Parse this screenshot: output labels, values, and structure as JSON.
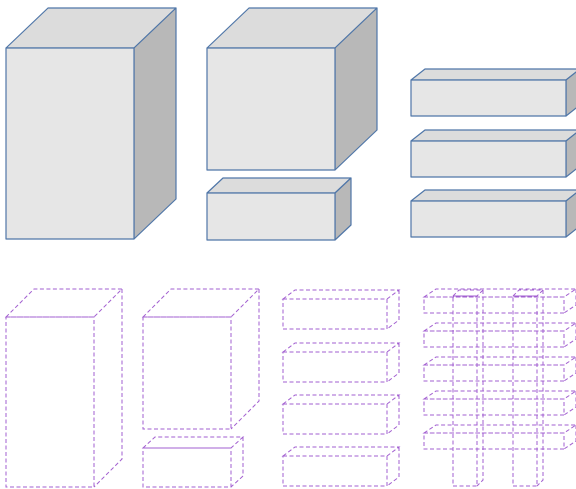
{
  "colors": {
    "background": "#ffffff",
    "front_face": "#e6e6e6",
    "top_face": "#dcdcdc",
    "side_face": "#b8b8b8",
    "solid_edge": "#4f76a8",
    "dashed_edge": "#a25fd0"
  },
  "solid_boxes": [
    {
      "name": "solid-box-tall"
    },
    {
      "name": "solid-box-cube"
    },
    {
      "name": "solid-box-slab-below-cube"
    },
    {
      "name": "solid-box-slab-1"
    },
    {
      "name": "solid-box-slab-2"
    },
    {
      "name": "solid-box-slab-3"
    }
  ],
  "dashed_boxes": [
    {
      "name": "dashed-box-tall"
    },
    {
      "name": "dashed-box-cube"
    },
    {
      "name": "dashed-box-slab-below-cube"
    },
    {
      "name": "dashed-box-slab-1"
    },
    {
      "name": "dashed-box-slab-2"
    },
    {
      "name": "dashed-box-slab-3"
    },
    {
      "name": "dashed-box-slab-4"
    },
    {
      "name": "dashed-grid-row-1"
    },
    {
      "name": "dashed-grid-row-2"
    },
    {
      "name": "dashed-grid-row-3"
    },
    {
      "name": "dashed-grid-row-4"
    },
    {
      "name": "dashed-grid-row-5"
    },
    {
      "name": "dashed-grid-column-1"
    },
    {
      "name": "dashed-grid-column-2"
    }
  ]
}
